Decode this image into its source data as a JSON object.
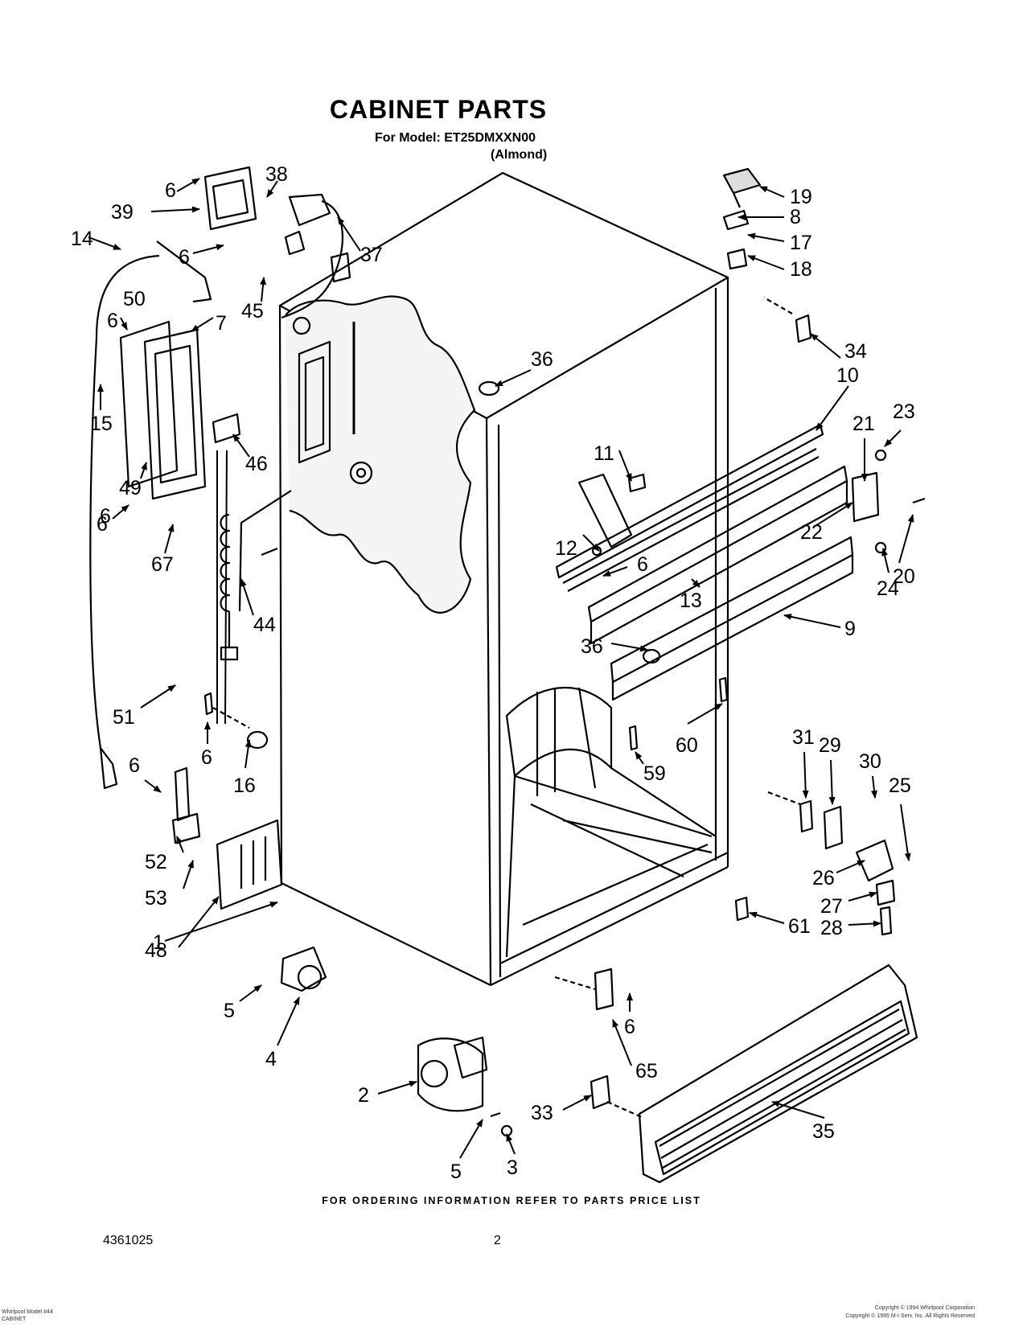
{
  "header": {
    "title": "CABINET PARTS",
    "model_line": "For Model: ET25DMXXN00",
    "color_line": "(Almond)"
  },
  "footer": {
    "ordering_note": "FOR ORDERING INFORMATION REFER TO PARTS PRICE LIST",
    "doc_number": "4361025",
    "page_number": "2",
    "bottom_left_line1": "Whirlpool Model #44",
    "bottom_left_line2": "CABINET",
    "copyright_line1": "Copyright © 1994 Whirlpool Corporation",
    "copyright_line2": "Copyright © 1995 M-I Serv. Inc. All Rights Reserved"
  },
  "callouts": [
    {
      "id": "c1",
      "label": "1"
    },
    {
      "id": "c2",
      "label": "2"
    },
    {
      "id": "c3",
      "label": "3"
    },
    {
      "id": "c4",
      "label": "4"
    },
    {
      "id": "c5a",
      "label": "5"
    },
    {
      "id": "c5b",
      "label": "5"
    },
    {
      "id": "c6a",
      "label": "6"
    },
    {
      "id": "c6b",
      "label": "6"
    },
    {
      "id": "c6c",
      "label": "6"
    },
    {
      "id": "c6d",
      "label": "6"
    },
    {
      "id": "c6e",
      "label": "6"
    },
    {
      "id": "c6f",
      "label": "6"
    },
    {
      "id": "c6g",
      "label": "6"
    },
    {
      "id": "c6h",
      "label": "6"
    },
    {
      "id": "c6i",
      "label": "6"
    },
    {
      "id": "c7",
      "label": "7"
    },
    {
      "id": "c8",
      "label": "8"
    },
    {
      "id": "c9",
      "label": "9"
    },
    {
      "id": "c10",
      "label": "10"
    },
    {
      "id": "c11",
      "label": "11"
    },
    {
      "id": "c12",
      "label": "12"
    },
    {
      "id": "c13",
      "label": "13"
    },
    {
      "id": "c14",
      "label": "14"
    },
    {
      "id": "c15",
      "label": "15"
    },
    {
      "id": "c16",
      "label": "16"
    },
    {
      "id": "c17",
      "label": "17"
    },
    {
      "id": "c18",
      "label": "18"
    },
    {
      "id": "c19",
      "label": "19"
    },
    {
      "id": "c20",
      "label": "20"
    },
    {
      "id": "c21",
      "label": "21"
    },
    {
      "id": "c22",
      "label": "22"
    },
    {
      "id": "c23",
      "label": "23"
    },
    {
      "id": "c24",
      "label": "24"
    },
    {
      "id": "c25",
      "label": "25"
    },
    {
      "id": "c26",
      "label": "26"
    },
    {
      "id": "c27",
      "label": "27"
    },
    {
      "id": "c28",
      "label": "28"
    },
    {
      "id": "c29",
      "label": "29"
    },
    {
      "id": "c30",
      "label": "30"
    },
    {
      "id": "c31",
      "label": "31"
    },
    {
      "id": "c33",
      "label": "33"
    },
    {
      "id": "c34",
      "label": "34"
    },
    {
      "id": "c35",
      "label": "35"
    },
    {
      "id": "c36a",
      "label": "36"
    },
    {
      "id": "c36b",
      "label": "36"
    },
    {
      "id": "c37",
      "label": "37"
    },
    {
      "id": "c38",
      "label": "38"
    },
    {
      "id": "c39",
      "label": "39"
    },
    {
      "id": "c44",
      "label": "44"
    },
    {
      "id": "c45",
      "label": "45"
    },
    {
      "id": "c46",
      "label": "46"
    },
    {
      "id": "c48",
      "label": "48"
    },
    {
      "id": "c49",
      "label": "49"
    },
    {
      "id": "c50",
      "label": "50"
    },
    {
      "id": "c51",
      "label": "51"
    },
    {
      "id": "c52",
      "label": "52"
    },
    {
      "id": "c53",
      "label": "53"
    },
    {
      "id": "c59",
      "label": "59"
    },
    {
      "id": "c60",
      "label": "60"
    },
    {
      "id": "c61",
      "label": "61"
    },
    {
      "id": "c65",
      "label": "65"
    },
    {
      "id": "c67",
      "label": "67"
    }
  ]
}
